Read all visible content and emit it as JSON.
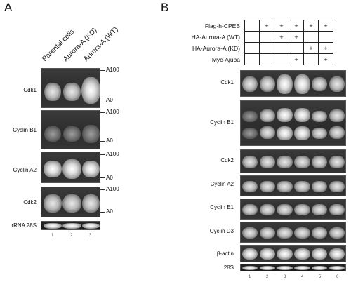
{
  "panelA": {
    "letter": "A",
    "lanes": [
      "Parental cells",
      "Aurora-A (KD)",
      "Aurora-A (WT)"
    ],
    "rows": [
      {
        "name": "Cdk1",
        "top": "A100",
        "bottom": "A0"
      },
      {
        "name": "Cyclin B1",
        "top": "A100",
        "bottom": "A0"
      },
      {
        "name": "Cyclin A2",
        "top": "A100",
        "bottom": "A0"
      },
      {
        "name": "Cdk2",
        "top": "A100",
        "bottom": "A0"
      }
    ],
    "loading": "rRNA 28S",
    "lane_numbers": [
      "1",
      "2",
      "3"
    ]
  },
  "panelB": {
    "letter": "B",
    "conditions": [
      {
        "name": "Flag-h-CPEB",
        "marks": [
          "",
          "+",
          "+",
          "+",
          "+",
          "+"
        ]
      },
      {
        "name": "HA-Aurora-A (WT)",
        "marks": [
          "",
          "",
          "+",
          "+",
          "",
          ""
        ]
      },
      {
        "name": "HA-Aurora-A (KD)",
        "marks": [
          "",
          "",
          "",
          "",
          "+",
          "+"
        ]
      },
      {
        "name": "Myc-Ajuba",
        "marks": [
          "",
          "",
          "",
          "+",
          "",
          "+"
        ]
      }
    ],
    "rows": [
      "Cdk1",
      "Cyclin B1",
      "Cdk2",
      "Cyclin A2",
      "Cyclin E1",
      "Cyclin D3",
      "β-actin"
    ],
    "loading": "28S",
    "lane_numbers": [
      "1",
      "2",
      "3",
      "4",
      "5",
      "6"
    ]
  }
}
